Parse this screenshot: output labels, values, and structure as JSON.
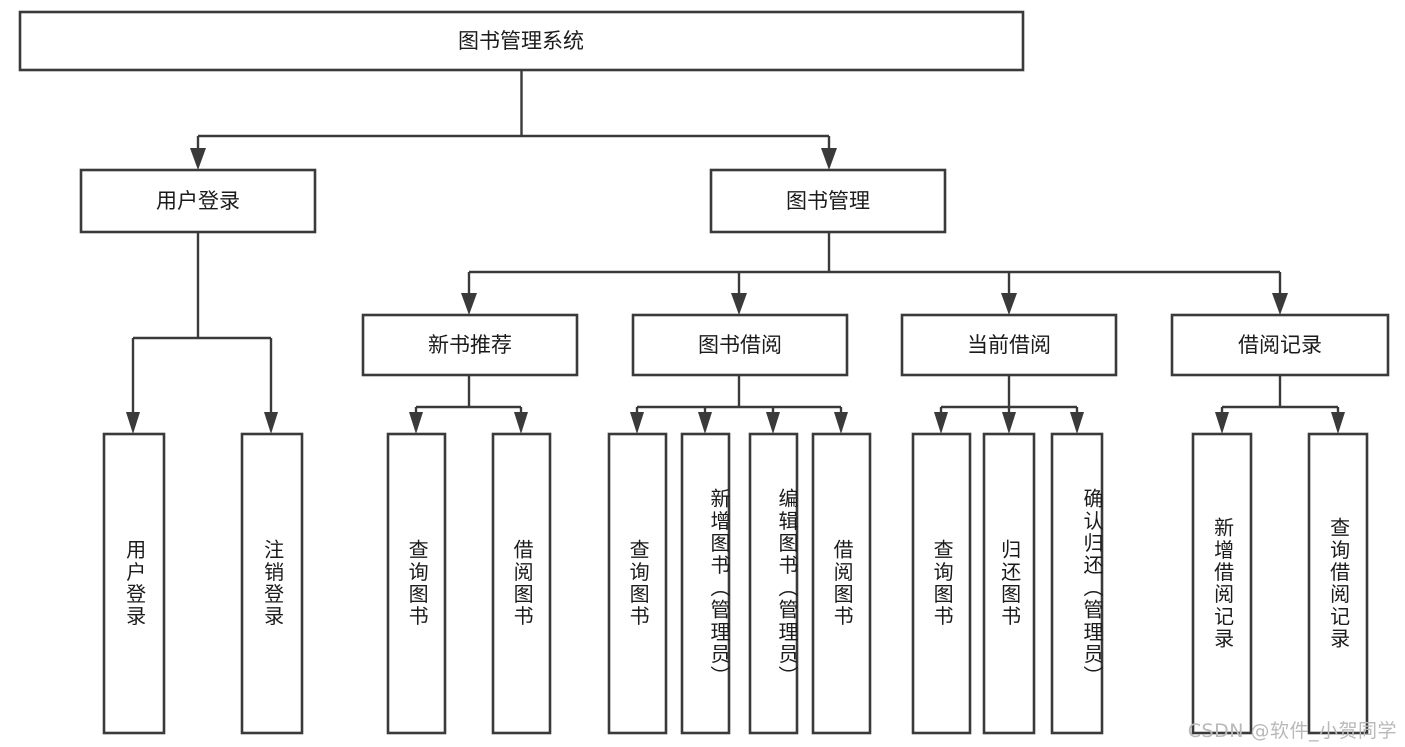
{
  "diagram": {
    "title": "图书管理系统",
    "type": "tree-hierarchy-chart",
    "watermark": "CSDN @软件_小贺同学",
    "colors": {
      "box_stroke": "#3a3a3a",
      "box_fill": "#ffffff",
      "text": "#1b1b1b",
      "connector": "#3a3a3a",
      "watermark": "#b9b9b9",
      "background": "#ffffff"
    },
    "root": {
      "id": "root",
      "label": "图书管理系统",
      "orientation": "horizontal"
    },
    "level2": [
      {
        "id": "user-login",
        "label": "用户登录",
        "orientation": "horizontal"
      },
      {
        "id": "book-manage",
        "label": "图书管理",
        "orientation": "horizontal"
      }
    ],
    "level3": [
      {
        "id": "new-book-recommend",
        "label": "新书推荐",
        "orientation": "horizontal",
        "parent": "book-manage"
      },
      {
        "id": "book-borrow",
        "label": "图书借阅",
        "orientation": "horizontal",
        "parent": "book-manage"
      },
      {
        "id": "current-borrow",
        "label": "当前借阅",
        "orientation": "horizontal",
        "parent": "book-manage"
      },
      {
        "id": "borrow-record",
        "label": "借阅记录",
        "orientation": "horizontal",
        "parent": "book-manage"
      }
    ],
    "leaves": [
      {
        "id": "leaf-user-login",
        "label": "用户登录",
        "parent": "user-login",
        "orientation": "vertical"
      },
      {
        "id": "leaf-user-logout",
        "label": "注销登录",
        "parent": "user-login",
        "orientation": "vertical"
      },
      {
        "id": "leaf-query-book-1",
        "label": "查询图书",
        "parent": "new-book-recommend",
        "orientation": "vertical"
      },
      {
        "id": "leaf-borrow-book-1",
        "label": "借阅图书",
        "parent": "new-book-recommend",
        "orientation": "vertical"
      },
      {
        "id": "leaf-query-book-2",
        "label": "查询图书",
        "parent": "book-borrow",
        "orientation": "vertical"
      },
      {
        "id": "leaf-add-book",
        "label": "新增图书（管理员）",
        "parent": "book-borrow",
        "orientation": "vertical"
      },
      {
        "id": "leaf-edit-book",
        "label": "编辑图书（管理员）",
        "parent": "book-borrow",
        "orientation": "vertical"
      },
      {
        "id": "leaf-borrow-book-2",
        "label": "借阅图书",
        "parent": "book-borrow",
        "orientation": "vertical"
      },
      {
        "id": "leaf-query-book-3",
        "label": "查询图书",
        "parent": "current-borrow",
        "orientation": "vertical"
      },
      {
        "id": "leaf-return-book",
        "label": "归还图书",
        "parent": "current-borrow",
        "orientation": "vertical"
      },
      {
        "id": "leaf-confirm-return",
        "label": "确认归还（管理员）",
        "parent": "current-borrow",
        "orientation": "vertical"
      },
      {
        "id": "leaf-add-record",
        "label": "新增借阅记录",
        "parent": "borrow-record",
        "orientation": "vertical"
      },
      {
        "id": "leaf-query-record",
        "label": "查询借阅记录",
        "parent": "borrow-record",
        "orientation": "vertical"
      }
    ]
  },
  "chart_data": {
    "type": "tree",
    "title": "图书管理系统",
    "nodes": [
      {
        "id": "root",
        "label": "图书管理系统",
        "level": 0,
        "parent": null
      },
      {
        "id": "user-login",
        "label": "用户登录",
        "level": 1,
        "parent": "root"
      },
      {
        "id": "book-manage",
        "label": "图书管理",
        "level": 1,
        "parent": "root"
      },
      {
        "id": "leaf-user-login",
        "label": "用户登录",
        "level": 2,
        "parent": "user-login"
      },
      {
        "id": "leaf-user-logout",
        "label": "注销登录",
        "level": 2,
        "parent": "user-login"
      },
      {
        "id": "new-book-recommend",
        "label": "新书推荐",
        "level": 2,
        "parent": "book-manage"
      },
      {
        "id": "book-borrow",
        "label": "图书借阅",
        "level": 2,
        "parent": "book-manage"
      },
      {
        "id": "current-borrow",
        "label": "当前借阅",
        "level": 2,
        "parent": "book-manage"
      },
      {
        "id": "borrow-record",
        "label": "借阅记录",
        "level": 2,
        "parent": "book-manage"
      },
      {
        "id": "leaf-query-book-1",
        "label": "查询图书",
        "level": 3,
        "parent": "new-book-recommend"
      },
      {
        "id": "leaf-borrow-book-1",
        "label": "借阅图书",
        "level": 3,
        "parent": "new-book-recommend"
      },
      {
        "id": "leaf-query-book-2",
        "label": "查询图书",
        "level": 3,
        "parent": "book-borrow"
      },
      {
        "id": "leaf-add-book",
        "label": "新增图书（管理员）",
        "level": 3,
        "parent": "book-borrow"
      },
      {
        "id": "leaf-edit-book",
        "label": "编辑图书（管理员）",
        "level": 3,
        "parent": "book-borrow"
      },
      {
        "id": "leaf-borrow-book-2",
        "label": "借阅图书",
        "level": 3,
        "parent": "book-borrow"
      },
      {
        "id": "leaf-query-book-3",
        "label": "查询图书",
        "level": 3,
        "parent": "current-borrow"
      },
      {
        "id": "leaf-return-book",
        "label": "归还图书",
        "level": 3,
        "parent": "current-borrow"
      },
      {
        "id": "leaf-confirm-return",
        "label": "确认归还（管理员）",
        "level": 3,
        "parent": "current-borrow"
      },
      {
        "id": "leaf-add-record",
        "label": "新增借阅记录",
        "level": 3,
        "parent": "borrow-record"
      },
      {
        "id": "leaf-query-record",
        "label": "查询借阅记录",
        "level": 3,
        "parent": "borrow-record"
      }
    ]
  }
}
